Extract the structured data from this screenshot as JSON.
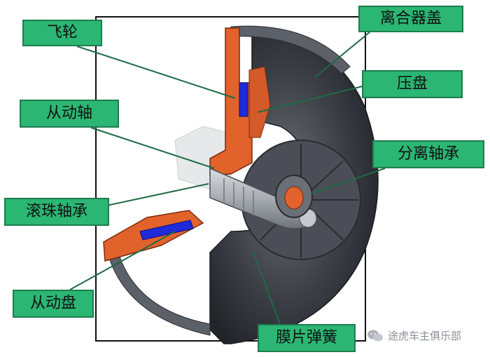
{
  "labels": {
    "clutter_cover": "离合器盖",
    "flywheel": "飞轮",
    "pressure_plate": "压盘",
    "driven_shaft": "从动轴",
    "release_bearing": "分离轴承",
    "ball_bearing": "滚珠轴承",
    "driven_disc": "从动盘",
    "diaphragm_spring": "膜片弹簧"
  },
  "watermark": {
    "text": "途虎车主俱乐部",
    "icon": "wechat-icon"
  },
  "colors": {
    "label_fill": "#2bb673",
    "label_border": "#1e7d4f",
    "leader_line": "#1f6b45",
    "housing_dark": "#3a3d44",
    "section_orange": "#e2622b",
    "friction_blue": "#1f2ad8",
    "shaft_gray": "#9ea3aa"
  }
}
